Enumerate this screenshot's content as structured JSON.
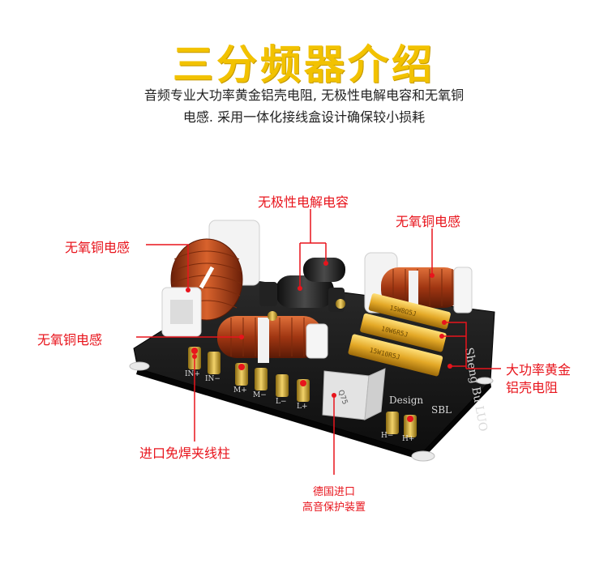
{
  "title": "三分频器介绍",
  "description": {
    "line1": "音频专业大功率黄金铝壳电阻, 无极性电解电容和无氧铜",
    "line2": "电感. 采用一体化接线盒设计确保较小损耗"
  },
  "callouts": {
    "inductor_left_top": "无氧铜电感",
    "inductor_left_mid": "无氧铜电感",
    "capacitor": "无极性电解电容",
    "inductor_right": "无氧铜电感",
    "resistor_line1": "大功率黄金",
    "resistor_line2": "铝壳电阻",
    "terminal": "进口免焊夹线柱",
    "protect_line1": "德国进口",
    "protect_line2": "高音保护装置"
  },
  "board_text": {
    "brand_line1": "Sheng Bu LUO",
    "design": "Design",
    "sbl": "SBL",
    "labels": [
      "IN+",
      "IN−",
      "M+",
      "M−",
      "L−",
      "L+",
      "H−",
      "H+"
    ],
    "resistor_marks": [
      "15W8Ω5J",
      "10W6R5J",
      "15W10R5J"
    ],
    "protect_mark": "Q75"
  },
  "colors": {
    "accent": "#e8141c",
    "title": "#f2c200"
  }
}
